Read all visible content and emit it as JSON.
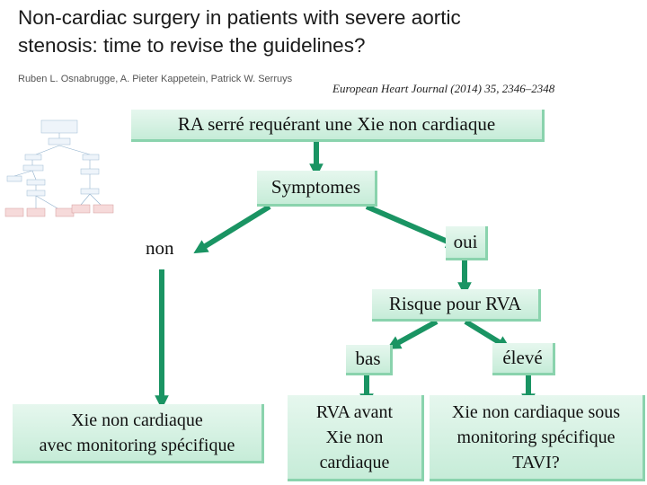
{
  "header": {
    "title_line1": "Non-cardiac surgery in patients with severe aortic",
    "title_line2": "stenosis: time to revise the guidelines?",
    "authors": "Ruben L. Osnabrugge, A. Pieter Kappetein, Patrick W. Serruys",
    "journal": "European Heart Journal (2014) 35, 2346–2348"
  },
  "diagram": {
    "root": "RA serré requérant une Xie non cardiaque",
    "symptoms": "Symptomes",
    "no": "non",
    "yes": "oui",
    "risk": "Risque pour RVA",
    "low": "bas",
    "high": "élevé",
    "outcome_no_line1": "Xie non cardiaque",
    "outcome_no_line2": "avec monitoring spécifique",
    "outcome_low_line1": "RVA avant",
    "outcome_low_line2": "Xie non",
    "outcome_low_line3": "cardiaque",
    "outcome_high_line1": "Xie non cardiaque sous",
    "outcome_high_line2": "monitoring spécifique",
    "outcome_high_line3": "TAVI?"
  },
  "colors": {
    "arrow": "#1a9463",
    "box_fill": "#d2f0e0"
  }
}
